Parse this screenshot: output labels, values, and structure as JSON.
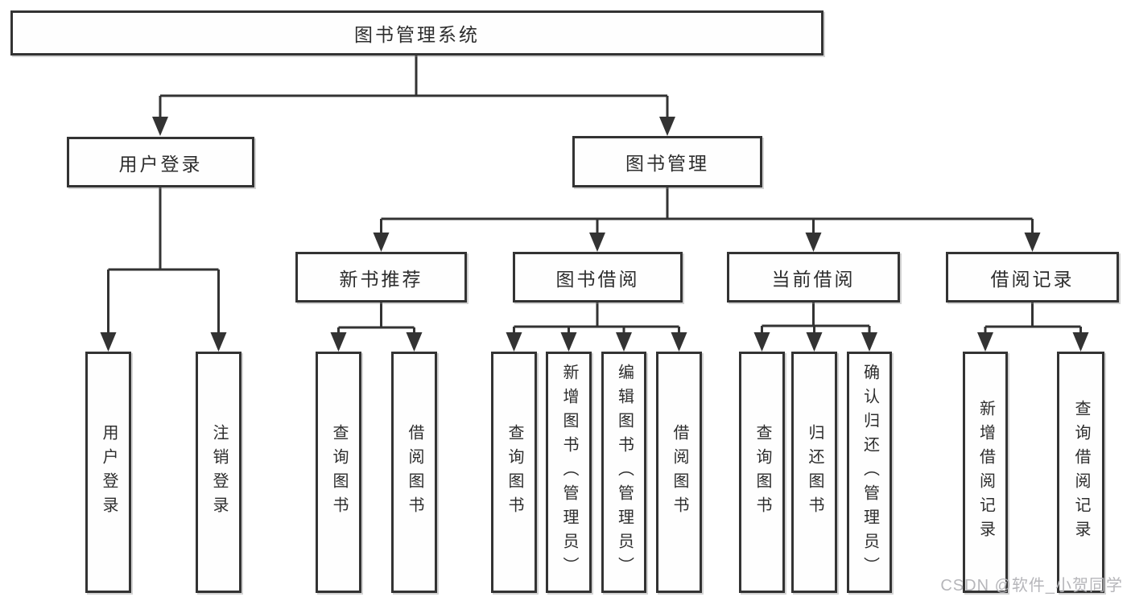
{
  "tree": {
    "root": {
      "label": "图书管理系统"
    },
    "branches": [
      {
        "label": "用户登录"
      },
      {
        "label": "图书管理"
      }
    ],
    "modules": [
      {
        "label": "新书推荐"
      },
      {
        "label": "图书借阅"
      },
      {
        "label": "当前借阅"
      },
      {
        "label": "借阅记录"
      }
    ],
    "leaves": [
      {
        "label": "用户登录"
      },
      {
        "label": "注销登录"
      },
      {
        "label": "查询图书"
      },
      {
        "label": "借阅图书"
      },
      {
        "label": "查询图书"
      },
      {
        "label": "新增图书（管理员）"
      },
      {
        "label": "编辑图书（管理员）"
      },
      {
        "label": "借阅图书"
      },
      {
        "label": "查询图书"
      },
      {
        "label": "归还图书"
      },
      {
        "label": "确认归还（管理员）"
      },
      {
        "label": "新增借阅记录"
      },
      {
        "label": "查询借阅记录"
      }
    ]
  },
  "watermark": {
    "text": "CSDN @软件_小贺同学"
  },
  "colors": {
    "line": "#333333",
    "node_border": "#333333",
    "text": "#2d2d2d",
    "watermark": "#b6b6ba",
    "background": "#ffffff"
  }
}
